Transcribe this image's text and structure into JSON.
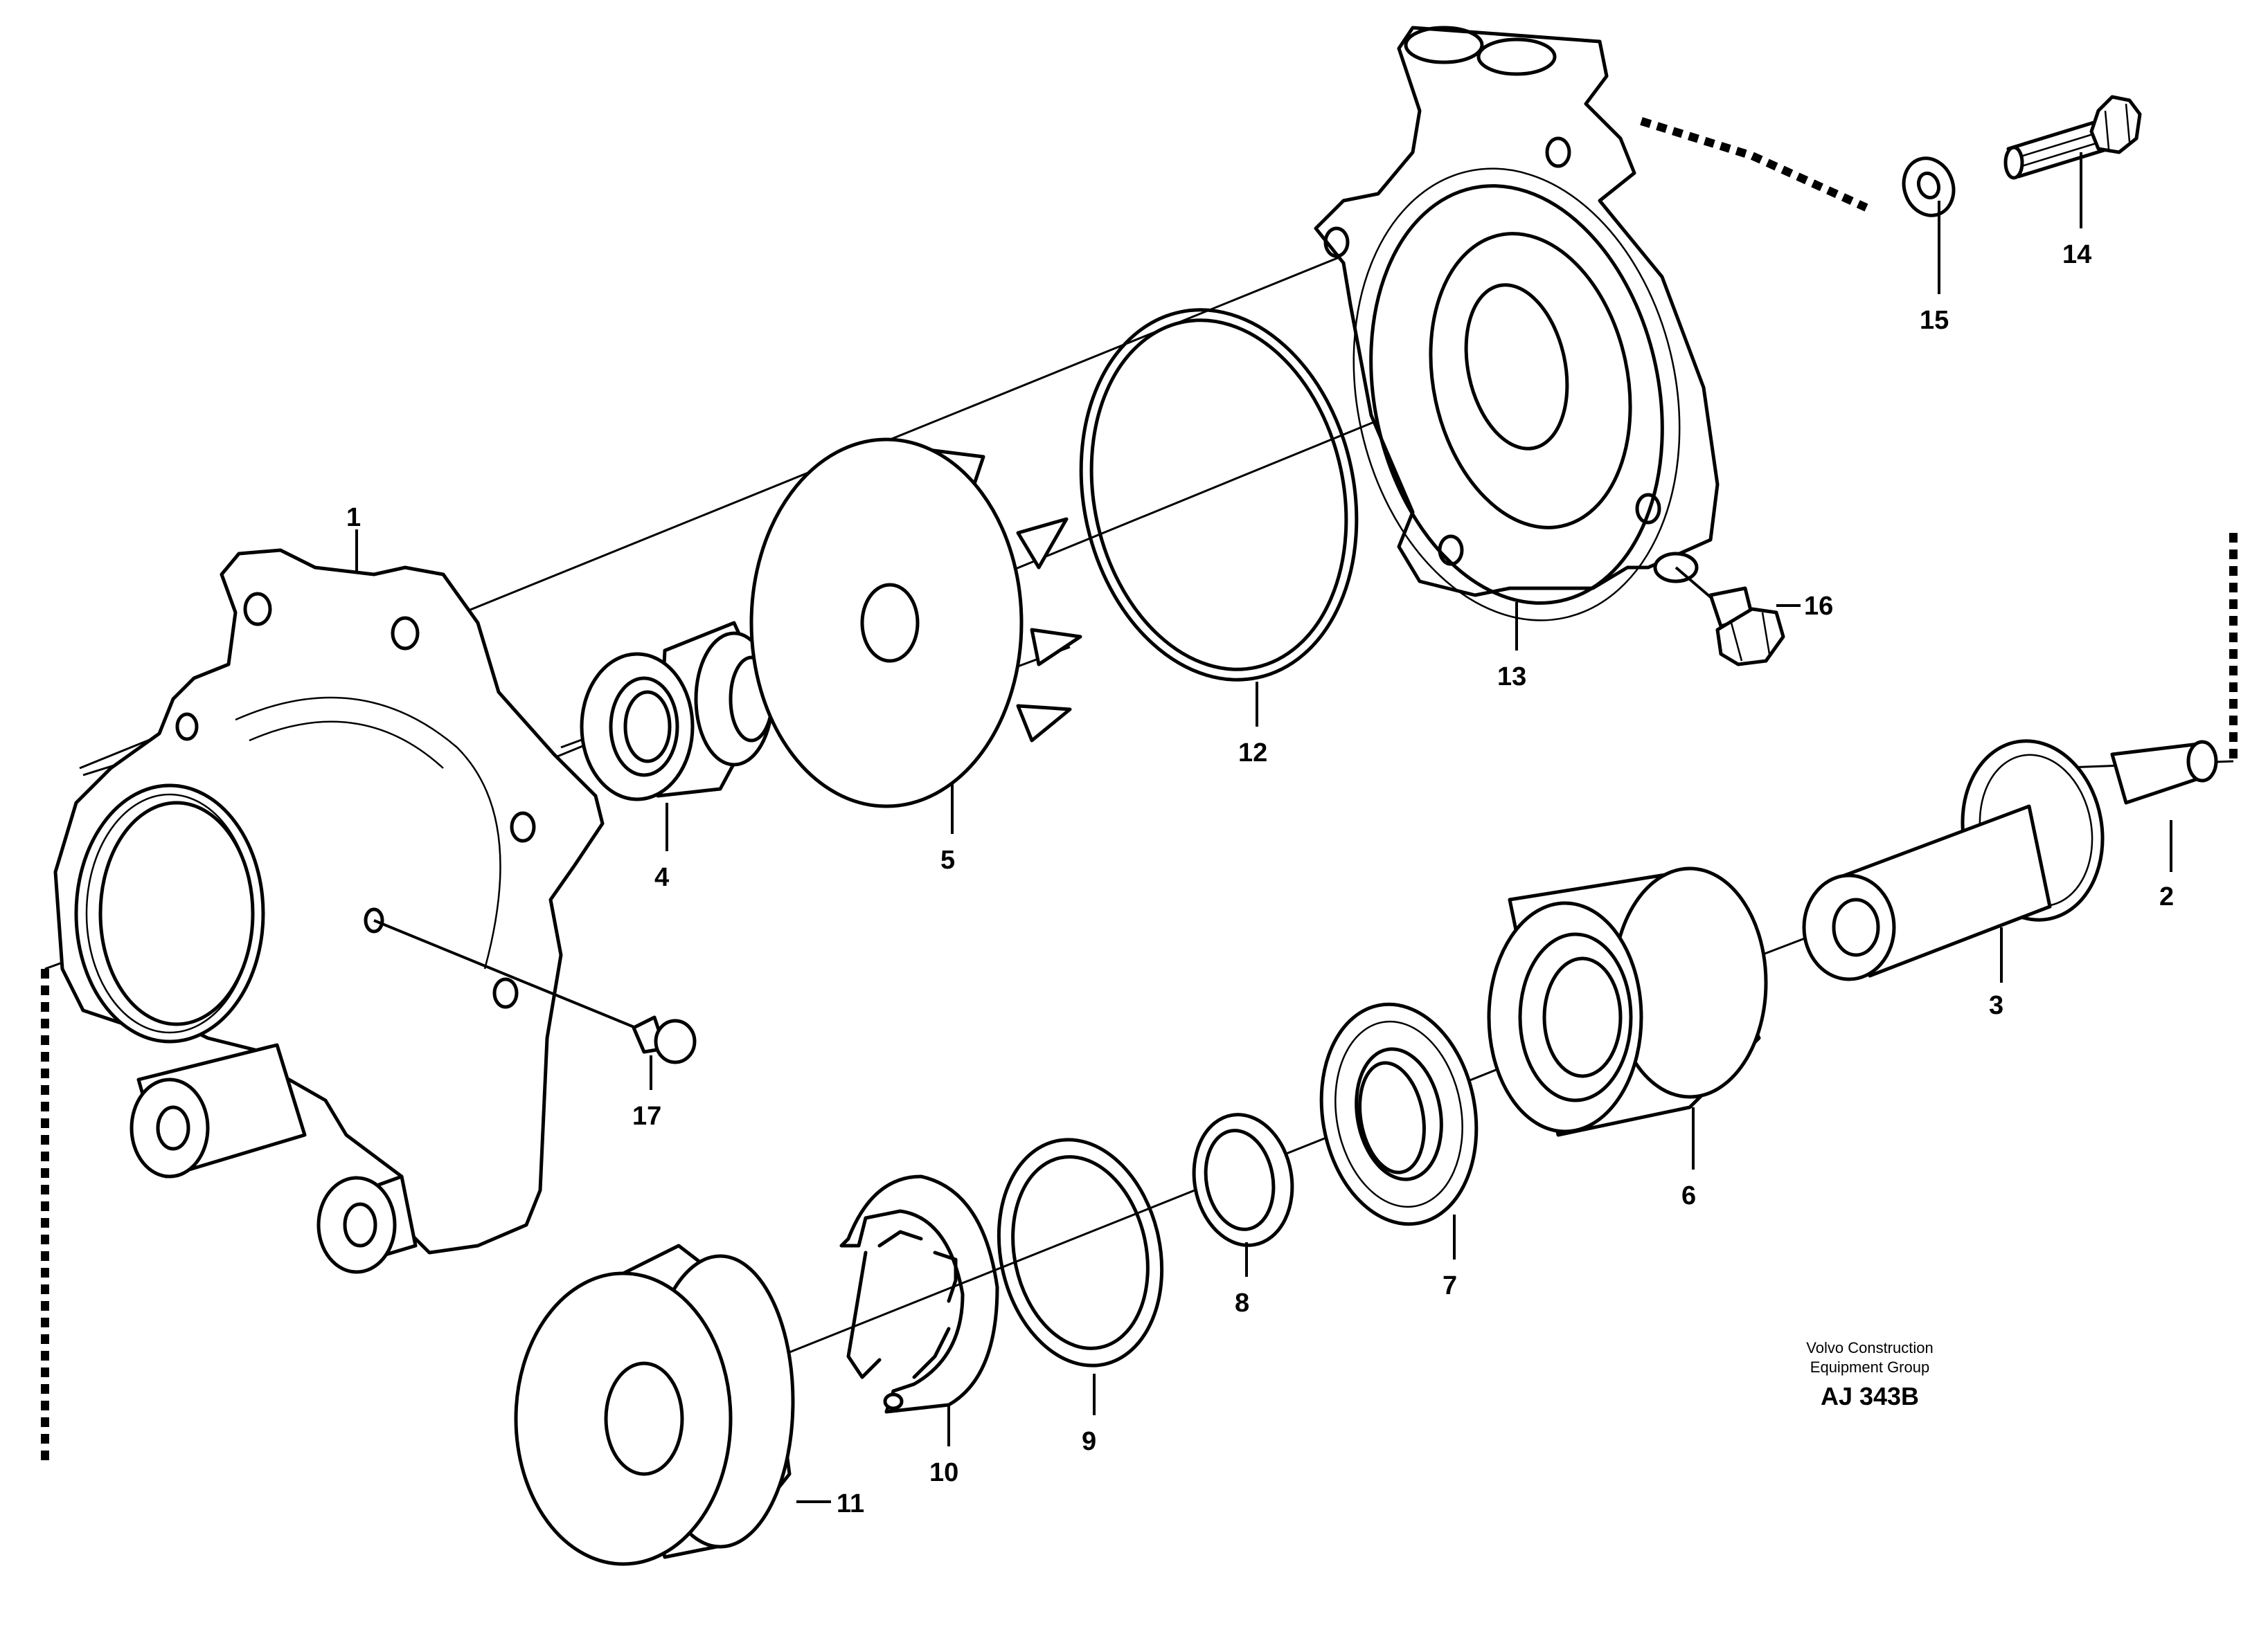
{
  "diagram": {
    "callouts": [
      "1",
      "2",
      "3",
      "4",
      "5",
      "6",
      "7",
      "8",
      "9",
      "10",
      "11",
      "12",
      "13",
      "14",
      "15",
      "16",
      "17"
    ],
    "credit_line1": "Volvo Construction",
    "credit_line2": "Equipment Group",
    "figure_code": "AJ 343B"
  }
}
